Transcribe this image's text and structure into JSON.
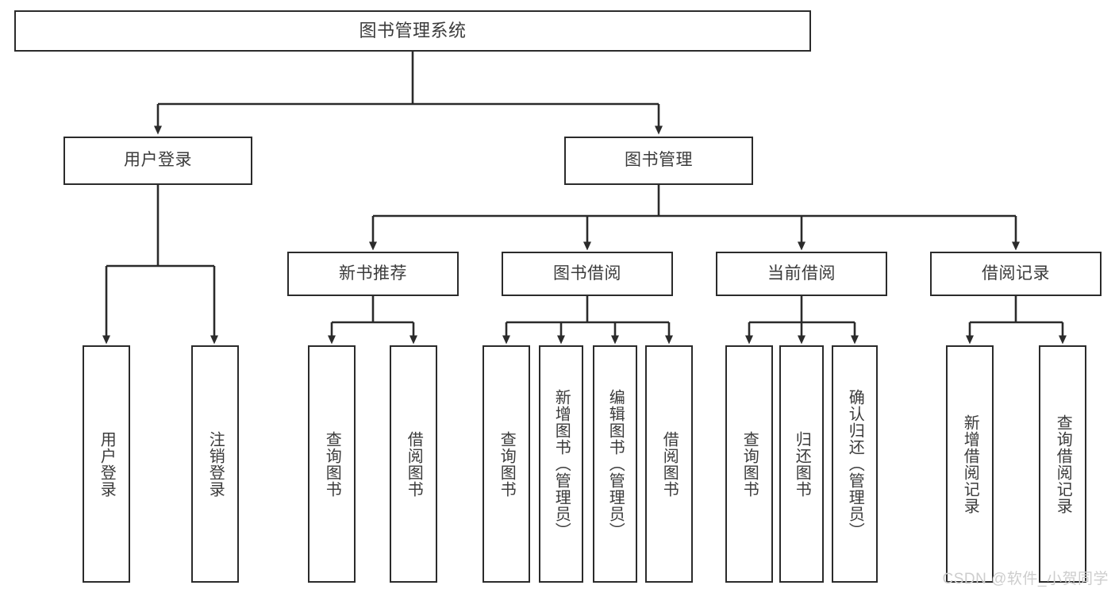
{
  "diagram": {
    "type": "tree-hierarchy",
    "title": "图书管理系统",
    "root": {
      "label": "图书管理系统"
    },
    "level2": [
      {
        "label": "用户登录"
      },
      {
        "label": "图书管理"
      }
    ],
    "level3": [
      {
        "label": "新书推荐"
      },
      {
        "label": "图书借阅"
      },
      {
        "label": "当前借阅"
      },
      {
        "label": "借阅记录"
      }
    ],
    "leaves": {
      "user_login": [
        {
          "label": "用户登录"
        },
        {
          "label": "注销登录"
        }
      ],
      "new_book_recommend": [
        {
          "label": "查询图书"
        },
        {
          "label": "借阅图书"
        }
      ],
      "book_borrow": [
        {
          "label": "查询图书"
        },
        {
          "label": "新增图书（管理员）"
        },
        {
          "label": "编辑图书（管理员）"
        },
        {
          "label": "借阅图书"
        }
      ],
      "current_borrow": [
        {
          "label": "查询图书"
        },
        {
          "label": "归还图书"
        },
        {
          "label": "确认归还（管理员）"
        }
      ],
      "borrow_record": [
        {
          "label": "新增借阅记录"
        },
        {
          "label": "查询借阅记录"
        }
      ]
    }
  },
  "watermark": {
    "text": "CSDN @软件_小贺同学"
  },
  "colors": {
    "stroke": "#2b2b2b",
    "text": "#3b3b3b",
    "background": "#ffffff",
    "watermark": "#cdcdcd"
  }
}
